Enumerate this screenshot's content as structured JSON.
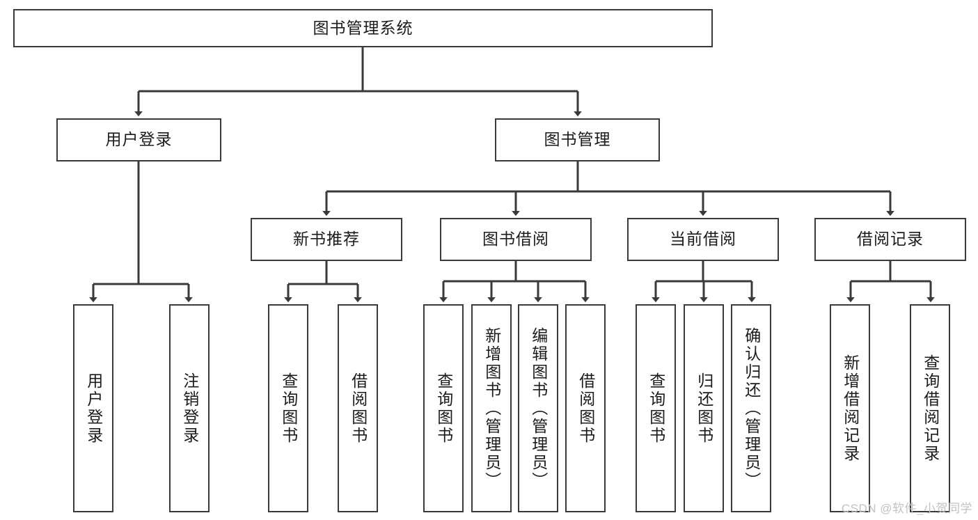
{
  "diagram": {
    "title_label": "图书管理系统",
    "watermark": "CSDN @软件_小贺同学",
    "line_color": "#3a3a3a",
    "box_border_color": "#3a3a3a",
    "background_color": "#ffffff",
    "text_color": "#1b1b1b",
    "level2": [
      {
        "label": "用户登录"
      },
      {
        "label": "图书管理"
      }
    ],
    "level3": [
      {
        "label": "新书推荐"
      },
      {
        "label": "图书借阅"
      },
      {
        "label": "当前借阅"
      },
      {
        "label": "借阅记录"
      }
    ],
    "leaves": {
      "user_login": [
        {
          "label": "用户登录"
        },
        {
          "label": "注销登录"
        }
      ],
      "new_book_recommend": [
        {
          "label": "查询图书"
        },
        {
          "label": "借阅图书"
        }
      ],
      "book_borrow": [
        {
          "label": "查询图书"
        },
        {
          "label": "新增图书（管理员）"
        },
        {
          "label": "编辑图书（管理员）"
        },
        {
          "label": "借阅图书"
        }
      ],
      "current_borrow": [
        {
          "label": "查询图书"
        },
        {
          "label": "归还图书"
        },
        {
          "label": "确认归还（管理员）"
        }
      ],
      "borrow_record": [
        {
          "label": "新增借阅记录"
        },
        {
          "label": "查询借阅记录"
        }
      ]
    }
  },
  "chart_data": {
    "type": "tree",
    "title": "图书管理系统",
    "root": {
      "label": "图书管理系统",
      "children": [
        {
          "label": "用户登录",
          "children": [
            {
              "label": "用户登录"
            },
            {
              "label": "注销登录"
            }
          ]
        },
        {
          "label": "图书管理",
          "children": [
            {
              "label": "新书推荐",
              "children": [
                {
                  "label": "查询图书"
                },
                {
                  "label": "借阅图书"
                }
              ]
            },
            {
              "label": "图书借阅",
              "children": [
                {
                  "label": "查询图书"
                },
                {
                  "label": "新增图书（管理员）"
                },
                {
                  "label": "编辑图书（管理员）"
                },
                {
                  "label": "借阅图书"
                }
              ]
            },
            {
              "label": "当前借阅",
              "children": [
                {
                  "label": "查询图书"
                },
                {
                  "label": "归还图书"
                },
                {
                  "label": "确认归还（管理员）"
                }
              ]
            },
            {
              "label": "借阅记录",
              "children": [
                {
                  "label": "新增借阅记录"
                },
                {
                  "label": "查询借阅记录"
                }
              ]
            }
          ]
        }
      ]
    },
    "depth": 4,
    "node_count": 18,
    "orientation": "top-down",
    "edge_style": "orthogonal-arrow"
  }
}
